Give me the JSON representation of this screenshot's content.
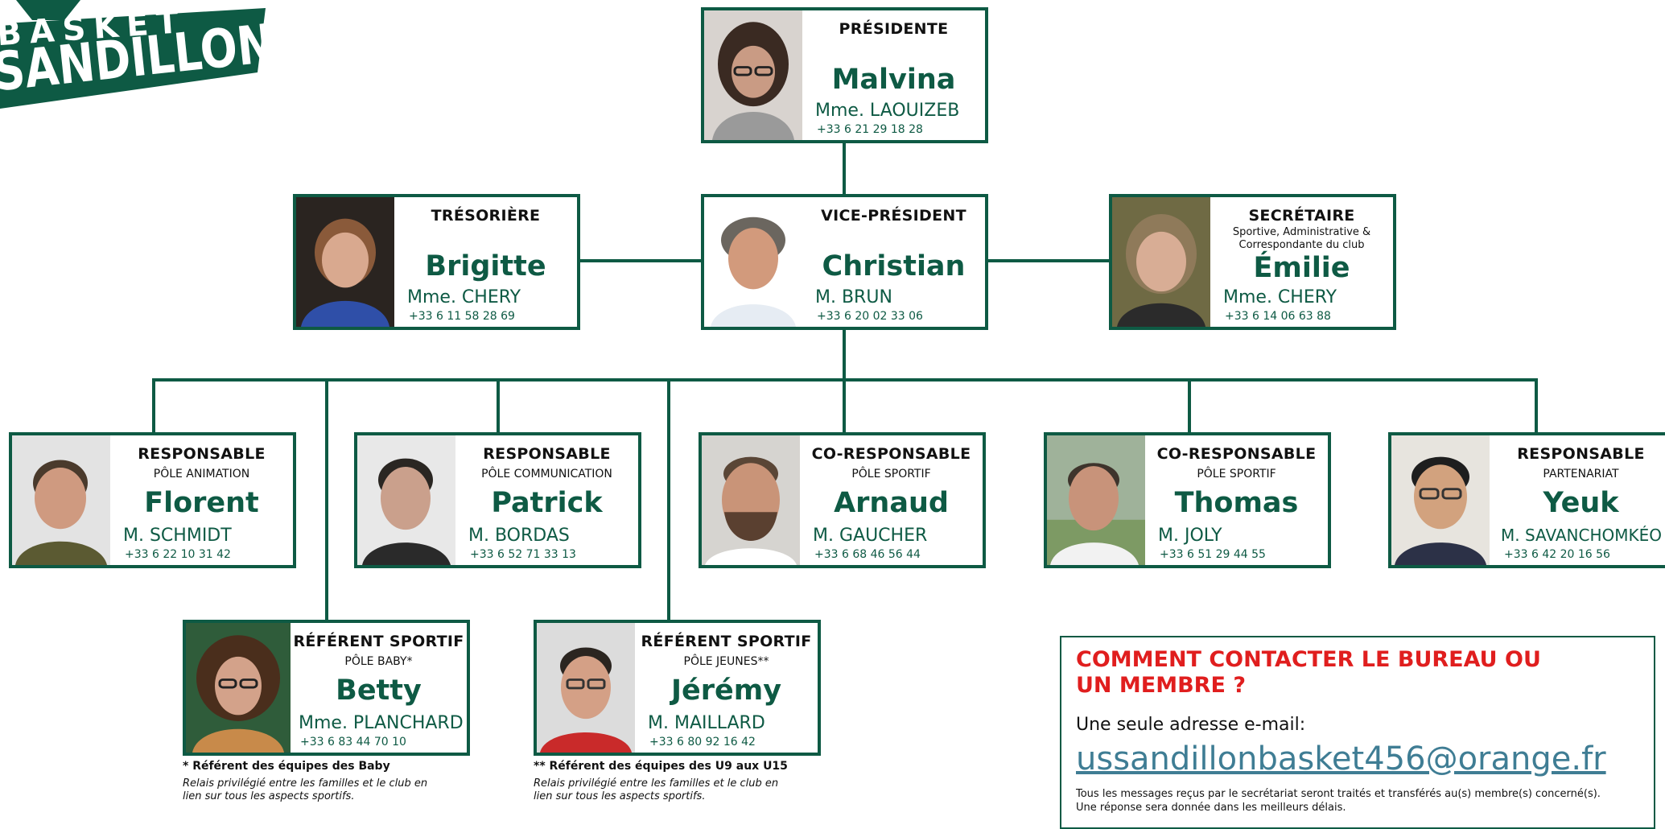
{
  "logo": {
    "line1": "BASKET",
    "line2": "SANDILLON"
  },
  "members": {
    "presidente": {
      "role": "PRÉSIDENTE",
      "pole": "",
      "first": "Malvina",
      "surname": "Mme. LAOUIZEB",
      "phone": "+33 6 21 29 18 28"
    },
    "tresoriere": {
      "role": "TRÉSORIÈRE",
      "pole": "",
      "first": "Brigitte",
      "surname": "Mme. CHERY",
      "phone": "+33 6 11 58 28 69"
    },
    "vicepresident": {
      "role": "VICE-PRÉSIDENT",
      "pole": "",
      "first": "Christian",
      "surname": "M. BRUN",
      "phone": "+33 6 20 02 33 06"
    },
    "secretaire": {
      "role": "SECRÉTAIRE",
      "pole": "Sportive, Administrative & Correspondante du club",
      "first": "Émilie",
      "surname": "Mme. CHERY",
      "phone": "+33 6 14 06 63 88"
    },
    "florent": {
      "role": "RESPONSABLE",
      "pole": "PÔLE ANIMATION",
      "first": "Florent",
      "surname": "M. SCHMIDT",
      "phone": "+33 6 22 10 31 42"
    },
    "patrick": {
      "role": "RESPONSABLE",
      "pole": "PÔLE COMMUNICATION",
      "first": "Patrick",
      "surname": "M. BORDAS",
      "phone": "+33 6 52 71 33 13"
    },
    "arnaud": {
      "role": "CO-RESPONSABLE",
      "pole": "PÔLE SPORTIF",
      "first": "Arnaud",
      "surname": "M. GAUCHER",
      "phone": "+33 6 68 46 56 44"
    },
    "thomas": {
      "role": "CO-RESPONSABLE",
      "pole": "PÔLE SPORTIF",
      "first": "Thomas",
      "surname": "M. JOLY",
      "phone": "+33 6 51 29 44 55"
    },
    "yeuk": {
      "role": "RESPONSABLE",
      "pole": "PARTENARIAT",
      "first": "Yeuk",
      "surname": "M. SAVANCHOMKÉO",
      "phone": "+33 6 42 20 16 56"
    },
    "betty": {
      "role": "RÉFÉRENT SPORTIF",
      "pole": "PÔLE BABY*",
      "first": "Betty",
      "surname": "Mme. PLANCHARD",
      "phone": "+33 6 83 44 70 10"
    },
    "jeremy": {
      "role": "RÉFÉRENT SPORTIF",
      "pole": "PÔLE JEUNES**",
      "first": "Jérémy",
      "surname": "M. MAILLARD",
      "phone": "+33 6 80 92 16 42"
    }
  },
  "notes": {
    "baby_title": "*  Référent des équipes des Baby",
    "baby_text": "Relais privilégié entre les familles et le club en lien sur tous les aspects sportifs.",
    "jeunes_title": "**  Référent des équipes des U9 aux U15",
    "jeunes_text": "Relais privilégié entre les familles et le club en lien sur tous les aspects sportifs."
  },
  "contact": {
    "title": "COMMENT CONTACTER LE BUREAU OU UN MEMBRE ?",
    "intro": "Une seule adresse e-mail:",
    "email": "ussandillonbasket456@orange.fr",
    "line1": "Tous les messages reçus par le secrétariat seront traités et transférés au(s) membre(s) concerné(s).",
    "line2": "Une réponse sera donnée dans les meilleurs délais."
  },
  "colors": {
    "brand": "#0e5a44",
    "accent": "#e01e1e",
    "link": "#3f7d94"
  }
}
